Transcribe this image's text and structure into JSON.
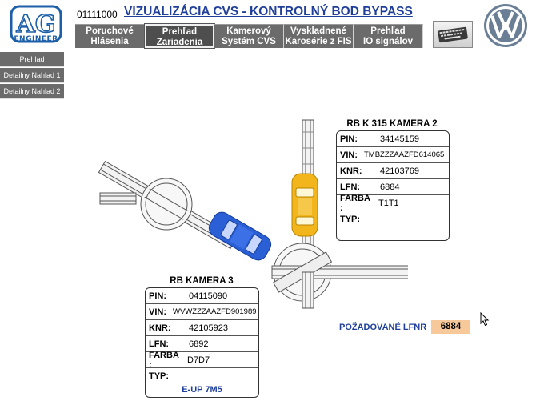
{
  "header": {
    "logo_text": "ENGINEER",
    "code": "01111000",
    "title": "VIZUALIZÁCIA CVS - KONTROLNÝ BOD BYPASS"
  },
  "nav": [
    {
      "line1": "Poruchové",
      "line2": "Hlásenia"
    },
    {
      "line1": "Prehľad",
      "line2": "Zariadenia"
    },
    {
      "line1": "Kamerový",
      "line2": "Systém CVS"
    },
    {
      "line1": "Vyskladnené",
      "line2": "Karosérie z FIS"
    },
    {
      "line1": "Prehľad",
      "line2": "IO signálov"
    }
  ],
  "side_menu": [
    "Prehlad",
    "Detailny Nahlad 1",
    "Detailny Nahlad 2"
  ],
  "camera2": {
    "title": "RB K 315 KAMERA 2",
    "pin_label": "PIN:",
    "pin": "34145159",
    "vin_label": "VIN:",
    "vin": "TMBZZZAAZFD614065",
    "knr_label": "KNR:",
    "knr": "42103769",
    "lfn_label": "LFN:",
    "lfn": "6884",
    "farba_label": "FARBA :",
    "farba": "T1T1",
    "typ_label": "TYP:",
    "typ": ""
  },
  "camera3": {
    "title": "RB KAMERA 3",
    "pin_label": "PIN:",
    "pin": "04115090",
    "vin_label": "VIN:",
    "vin": "WVWZZZAAZFD901989",
    "knr_label": "KNR:",
    "knr": "42105923",
    "lfn_label": "LFN:",
    "lfn": "6892",
    "farba_label": "FARBA :",
    "farba": "D7D7",
    "typ_label": "TYP:",
    "typ": "E-UP 7M5"
  },
  "lfnr": {
    "label": "POŽADOVANÉ LFNR",
    "value": "6884"
  },
  "colors": {
    "title": "#1f3f9a",
    "nav": "#6b6b6b",
    "car_yellow": "#f2b51c",
    "car_blue": "#2a5fd6",
    "lfnr_bg": "#f7c99a"
  }
}
